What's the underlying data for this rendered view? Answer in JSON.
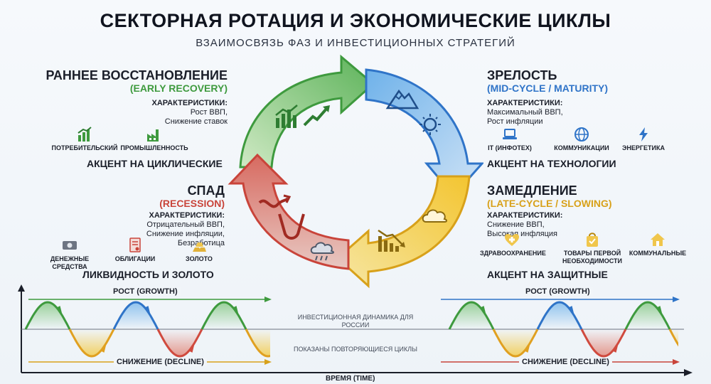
{
  "header": {
    "title": "СЕКТОРНАЯ РОТАЦИЯ И ЭКОНОМИЧЕСКИЕ ЦИКЛЫ",
    "subtitle": "ВЗАИМОСВЯЗЬ ФАЗ И ИНВЕСТИЦИОННЫХ СТРАТЕГИЙ"
  },
  "phases": {
    "early": {
      "title": "РАННЕЕ ВОССТАНОВЛЕНИЕ",
      "en": "(EARLY RECOVERY)",
      "chars_header": "ХАРАКТЕРИСТИКИ:",
      "chars": [
        "Рост ВВП,",
        "Снижение ставок"
      ],
      "sectors": [
        "ПОТРЕБИТЕЛЬСКИЙ",
        "ПРОМЫШЛЕННОСТЬ"
      ],
      "accent": "АКЦЕНТ НА ЦИКЛИЧЕСКИЕ",
      "color": "#3e9a3e"
    },
    "maturity": {
      "title": "ЗРЕЛОСТЬ",
      "en": "(MID-CYCLE / MATURITY)",
      "chars_header": "ХАРАКТЕРИСТИКИ:",
      "chars": [
        "Максимальный ВВП,",
        "Рост инфляции"
      ],
      "sectors": [
        "IT (ИНФОТЕХ)",
        "КОММУНИКАЦИИ",
        "ЭНЕРГЕТИКА"
      ],
      "accent": "АКЦЕНТ НА ТЕХНОЛОГИИ",
      "color": "#2f74c8"
    },
    "recession": {
      "title": "СПАД",
      "en": "(RECESSION)",
      "chars_header": "ХАРАКТЕРИСТИКИ:",
      "chars": [
        "Отрицательный ВВП,",
        "Снижение инфляции,",
        "Безработица"
      ],
      "sectors": [
        "ДЕНЕЖНЫЕ СРЕДСТВА",
        "ОБЛИГАЦИИ",
        "ЗОЛОТО"
      ],
      "accent": "ЛИКВИДНОСТЬ И ЗОЛОТО",
      "color": "#c9443a"
    },
    "slowing": {
      "title": "ЗАМЕДЛЕНИЕ",
      "en": "(LATE-CYCLE / SLOWING)",
      "chars_header": "ХАРАКТЕРИСТИКИ:",
      "chars": [
        "Снижение ВВП,",
        "Высокая инфляция"
      ],
      "sectors": [
        "ЗДРАВООХРАНЕНИЕ",
        "ТОВАРЫ ПЕРВОЙ НЕОБХОДИМОСТИ",
        "КОММУНАЛЬНЫЕ"
      ],
      "accent": "АКЦЕНТ НА ЗАЩИТНЫЕ",
      "color": "#d8a11a"
    }
  },
  "waves": {
    "growth_label": "РОСТ (GROWTH)",
    "decline_label": "СНИЖЕНИЕ (DECLINE)",
    "time_label": "ВРЕМЯ (TIME)",
    "note_top": "ИНВЕСТИЦИОННАЯ ДИНАМИКА ДЛЯ РОССИИ",
    "note_bottom": "ПОКАЗАНЫ ПОВТОРЯЮЩИЕСЯ ЦИКЛЫ"
  },
  "icons": {
    "cycle": [
      "chart-up-icon",
      "mountain-icon",
      "sun-icon",
      "cloud-icon",
      "chart-down-icon",
      "rain-cloud-icon",
      "recession-curve-icon"
    ],
    "early": [
      "consumer-chart-icon",
      "factory-icon"
    ],
    "maturity": [
      "laptop-icon",
      "globe-icon",
      "lightning-icon"
    ],
    "recession": [
      "cash-icon",
      "bond-document-icon",
      "gold-bars-icon"
    ],
    "slowing": [
      "health-heart-icon",
      "grocery-bag-icon",
      "house-icon"
    ]
  }
}
